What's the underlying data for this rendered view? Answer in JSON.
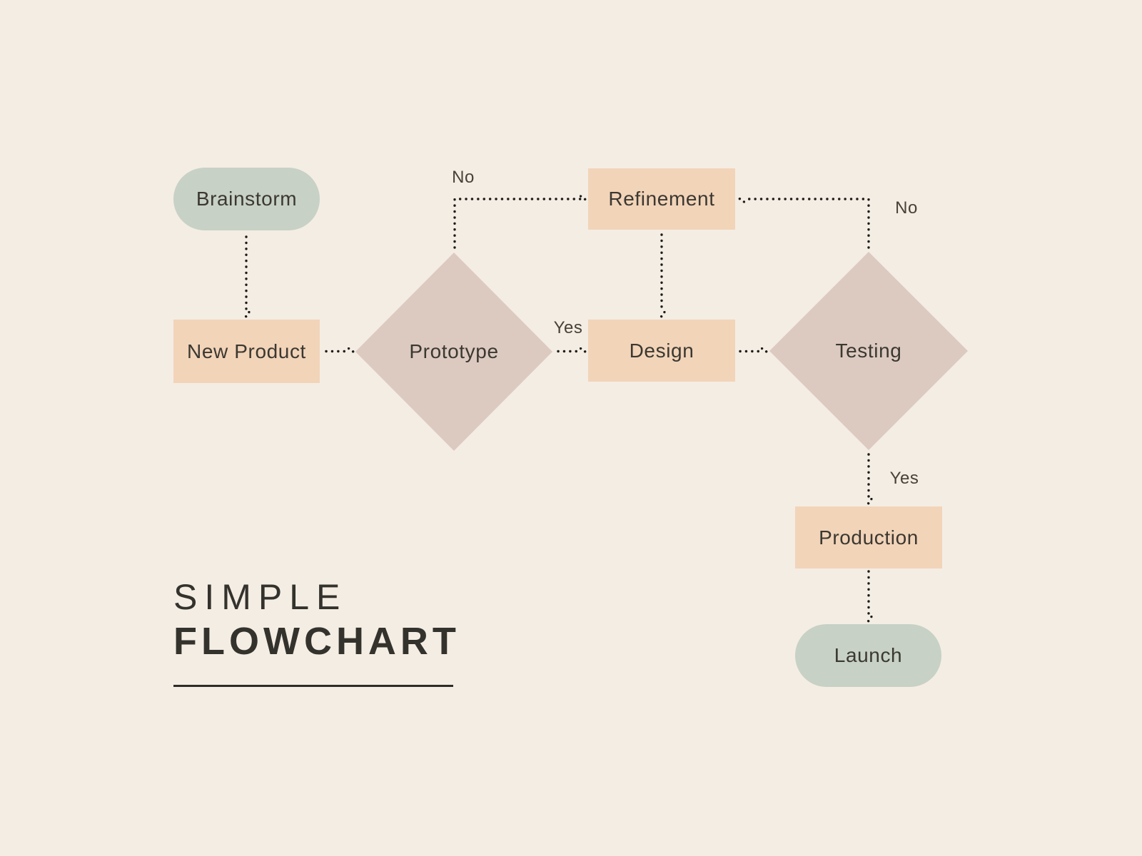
{
  "title": {
    "line1": "SIMPLE",
    "line2": "FLOWCHART"
  },
  "nodes": {
    "brainstorm": {
      "label": "Brainstorm",
      "type": "terminator"
    },
    "new_product": {
      "label": "New Product",
      "type": "process"
    },
    "prototype": {
      "label": "Prototype",
      "type": "decision"
    },
    "refinement": {
      "label": "Refinement",
      "type": "process"
    },
    "design": {
      "label": "Design",
      "type": "process"
    },
    "testing": {
      "label": "Testing",
      "type": "decision"
    },
    "production": {
      "label": "Production",
      "type": "process"
    },
    "launch": {
      "label": "Launch",
      "type": "terminator"
    }
  },
  "edges": [
    {
      "from": "Brainstorm",
      "to": "New Product",
      "label": ""
    },
    {
      "from": "New Product",
      "to": "Prototype",
      "label": ""
    },
    {
      "from": "Prototype",
      "to": "Refinement",
      "label": "No"
    },
    {
      "from": "Prototype",
      "to": "Design",
      "label": "Yes"
    },
    {
      "from": "Refinement",
      "to": "Design",
      "label": ""
    },
    {
      "from": "Design",
      "to": "Testing",
      "label": ""
    },
    {
      "from": "Testing",
      "to": "Refinement",
      "label": "No"
    },
    {
      "from": "Testing",
      "to": "Production",
      "label": "Yes"
    },
    {
      "from": "Production",
      "to": "Launch",
      "label": ""
    }
  ],
  "colors": {
    "background": "#f4ede4",
    "terminator_fill": "#c7d1c5",
    "process_fill": "#f2d4b9",
    "decision_fill": "#dccac1",
    "connector": "#1d1c1a",
    "node_text": "#3b3831",
    "title_text": "#34322c"
  }
}
